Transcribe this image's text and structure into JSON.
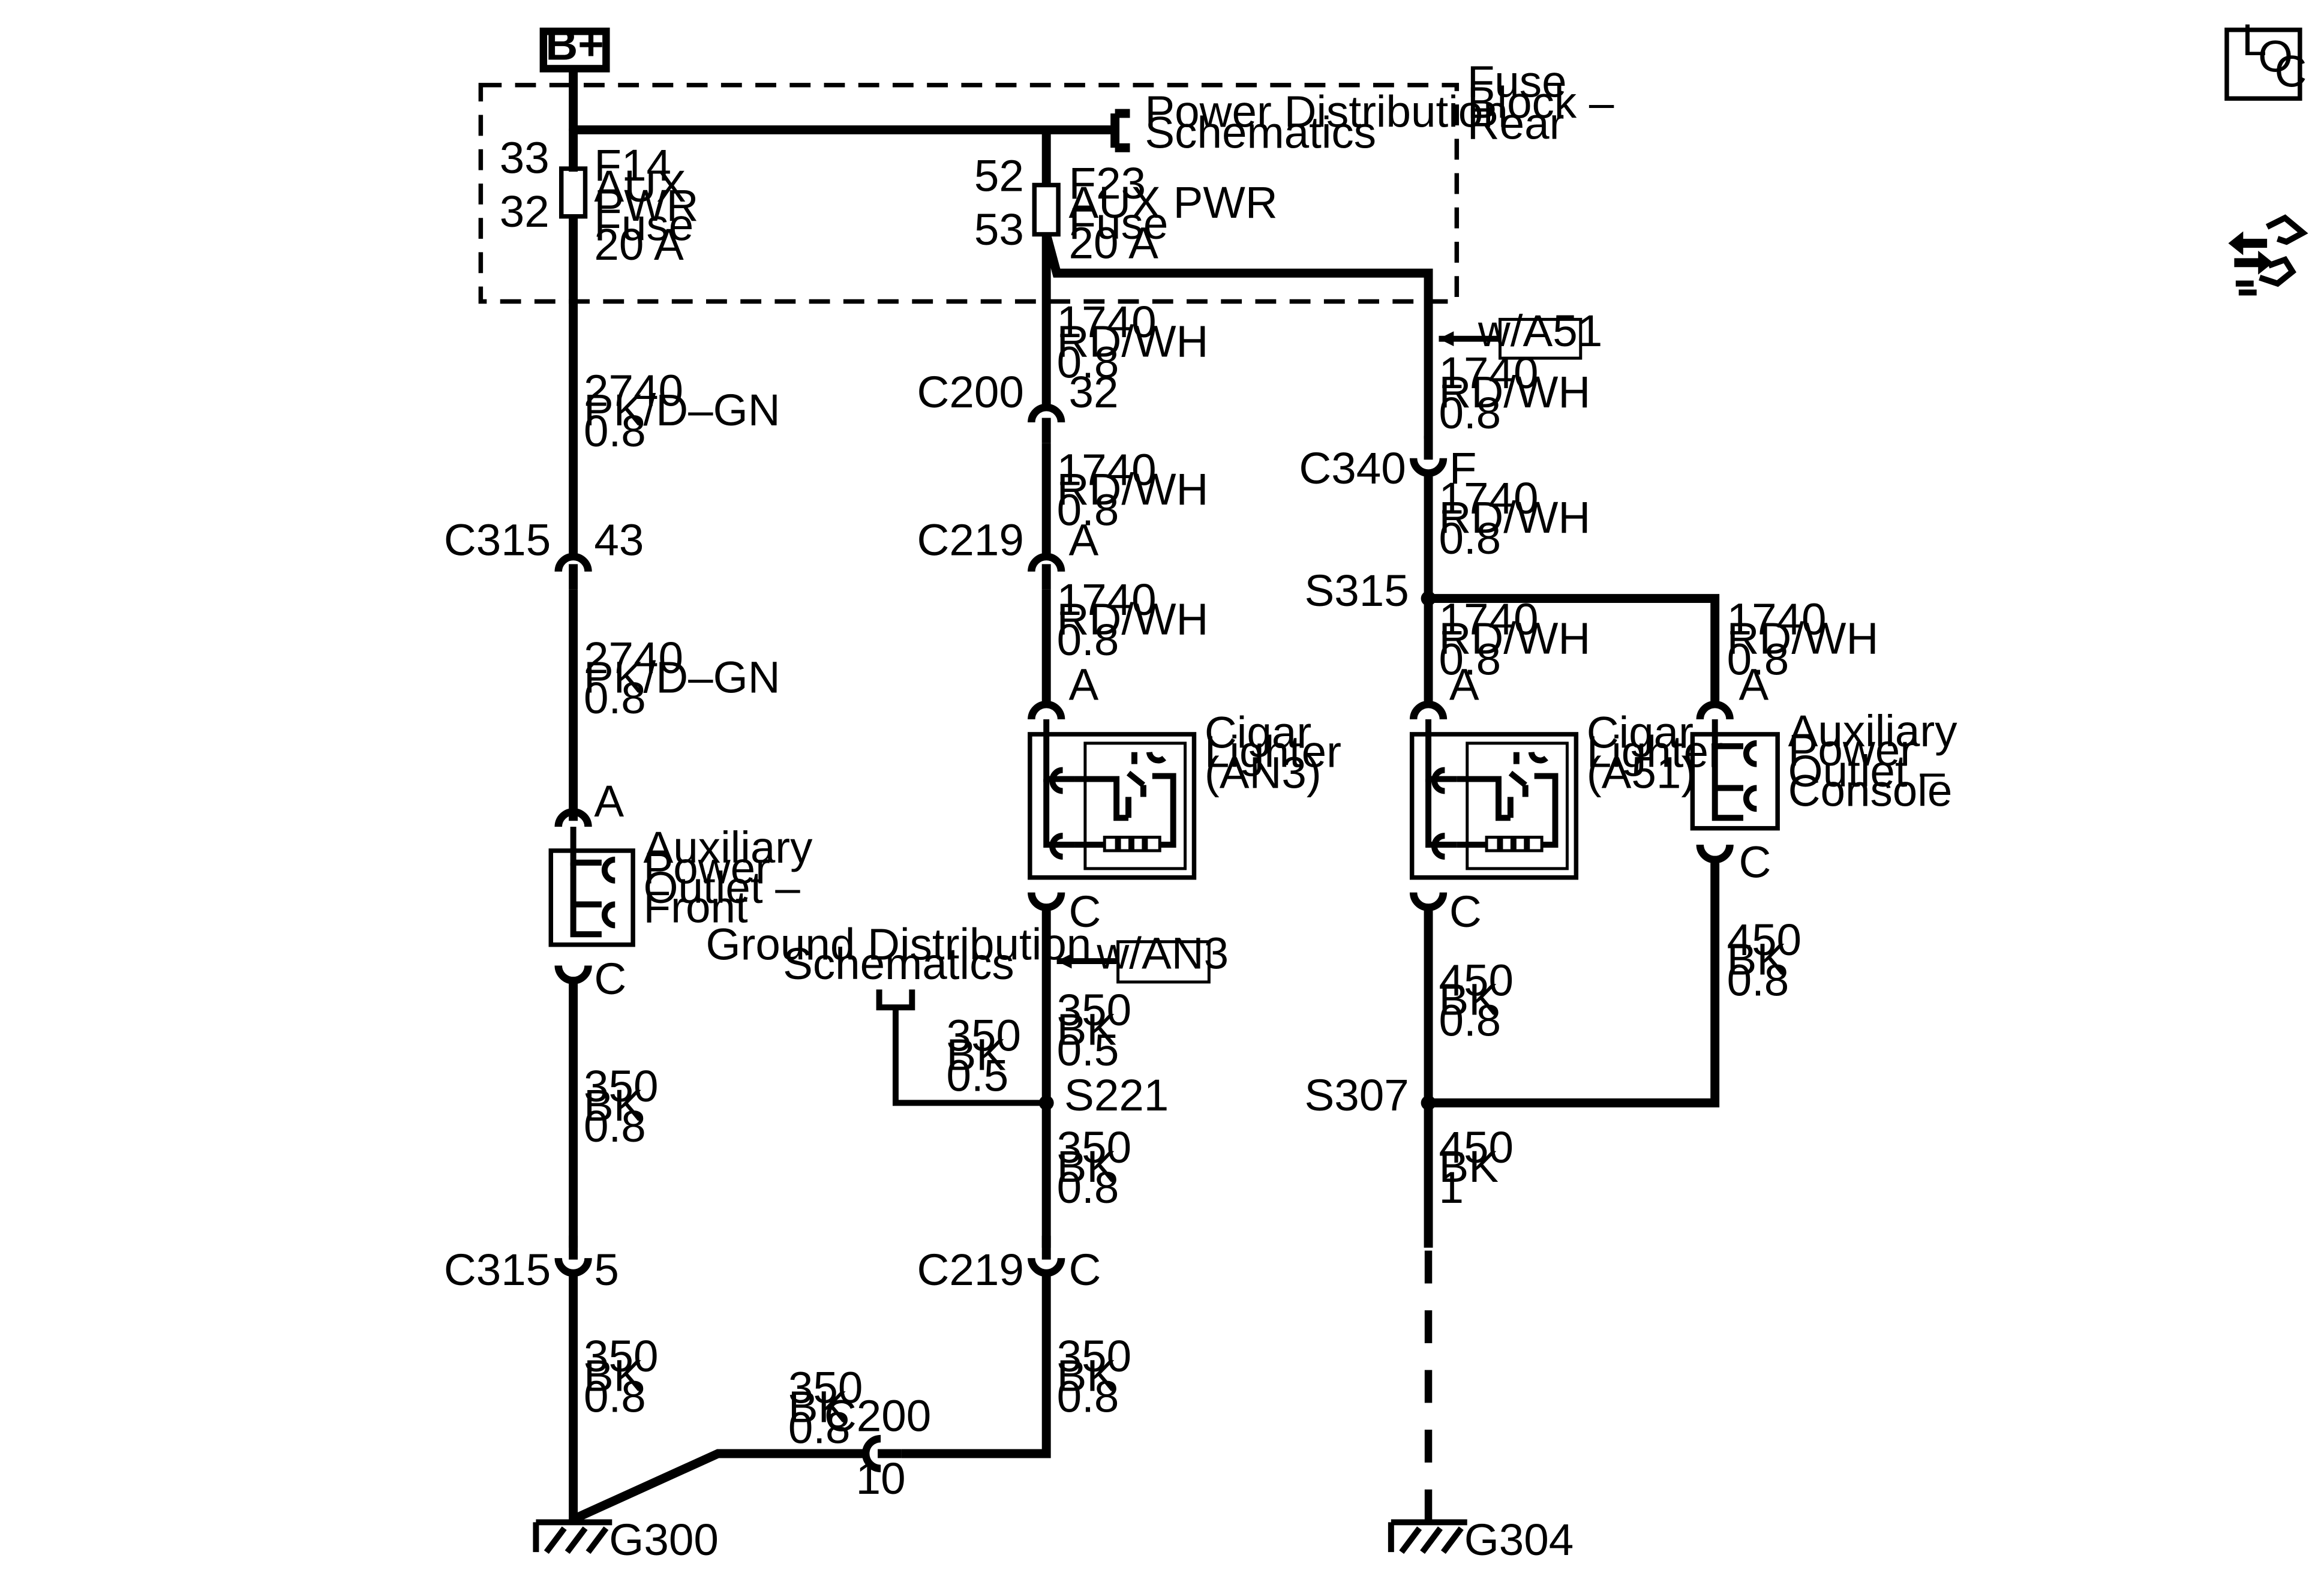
{
  "power_source": {
    "label": "B+"
  },
  "fuse_block": {
    "title": [
      "Fuse",
      "Block –",
      "Rear"
    ]
  },
  "power_dist_ref": {
    "text": [
      "Power Distribution",
      "Schematics"
    ]
  },
  "ground_dist_ref": {
    "text": [
      "Ground Distribution",
      "Schematics"
    ]
  },
  "fuses": [
    {
      "pin_top": "33",
      "pin_bottom": "32",
      "text": [
        "F14",
        "AUX",
        "PWR",
        "Fuse",
        "20 A"
      ]
    },
    {
      "pin_top": "52",
      "pin_bottom": "53",
      "text": [
        "F23",
        "AUX PWR",
        "Fuse",
        "20 A"
      ]
    }
  ],
  "options": {
    "a51": "w/A51",
    "an3": "w/AN3"
  },
  "wires": {
    "pk_front_1": [
      "2740",
      "PK/D–GN",
      "0.8"
    ],
    "pk_front_2": [
      "2740",
      "PK/D–GN",
      "0.8"
    ],
    "bk_front_1": [
      "350",
      "BK",
      "0.8"
    ],
    "bk_front_2": [
      "350",
      "BK",
      "0.8"
    ],
    "bk_ground_h": [
      "350",
      "BK",
      "0.8"
    ],
    "rd_mid_1": [
      "1740",
      "RD/WH",
      "0.8"
    ],
    "rd_mid_2": [
      "1740",
      "RD/WH",
      "0.8"
    ],
    "rd_mid_3": [
      "1740",
      "RD/WH",
      "0.8"
    ],
    "bk_mid_1": [
      "350",
      "BK",
      "0.5"
    ],
    "bk_gnd_ref": [
      "350",
      "BK",
      "0.5"
    ],
    "bk_mid_2": [
      "350",
      "BK",
      "0.8"
    ],
    "bk_mid_3": [
      "350",
      "BK",
      "0.8"
    ],
    "rd_right_1": [
      "1740",
      "RD/WH",
      "0.8"
    ],
    "rd_right_2": [
      "1740",
      "RD/WH",
      "0.8"
    ],
    "rd_right_3": [
      "1740",
      "RD/WH",
      "0.8"
    ],
    "rd_console": [
      "1740",
      "RD/WH",
      "0.8"
    ],
    "bk_right_1": [
      "450",
      "BK",
      "0.8"
    ],
    "bk_console": [
      "450",
      "BK",
      "0.8"
    ],
    "bk_right_2": [
      "450",
      "BK",
      "1"
    ]
  },
  "connectors": {
    "c315_a": {
      "name": "C315",
      "pin": "43"
    },
    "c315_b": {
      "name": "C315",
      "pin": "5"
    },
    "c200_a": {
      "name": "C200",
      "pin": "32"
    },
    "c219_a": {
      "name": "C219",
      "pin": "A"
    },
    "c219_b": {
      "name": "C219",
      "pin": "C"
    },
    "c340": {
      "name": "C340",
      "pin": "F"
    },
    "c200_b": {
      "name": "C200",
      "pin": "10"
    }
  },
  "splices": {
    "s315": "S315",
    "s221": "S221",
    "s307": "S307"
  },
  "components": {
    "outlet_front": {
      "name": [
        "Auxiliary",
        "Power",
        "Outlet –",
        "Front"
      ],
      "pin_a": "A",
      "pin_c": "C"
    },
    "lighter_an3": {
      "name": [
        "Cigar",
        "Lighter",
        "(AN3)"
      ],
      "pin_a": "A",
      "pin_c": "C"
    },
    "lighter_a51": {
      "name": [
        "Cigar",
        "Lighter",
        "(A51)"
      ],
      "pin_a": "A",
      "pin_c": "C"
    },
    "outlet_console": {
      "name": [
        "Auxiliary",
        "Power",
        "Outlet –",
        "Console"
      ],
      "pin_a": "A",
      "pin_c": "C"
    }
  },
  "grounds": {
    "g300": "G300",
    "g304": "G304"
  },
  "loc_icon": {
    "letters": [
      "L",
      "O",
      "C"
    ]
  },
  "nav_icon": "connector-view-icon"
}
